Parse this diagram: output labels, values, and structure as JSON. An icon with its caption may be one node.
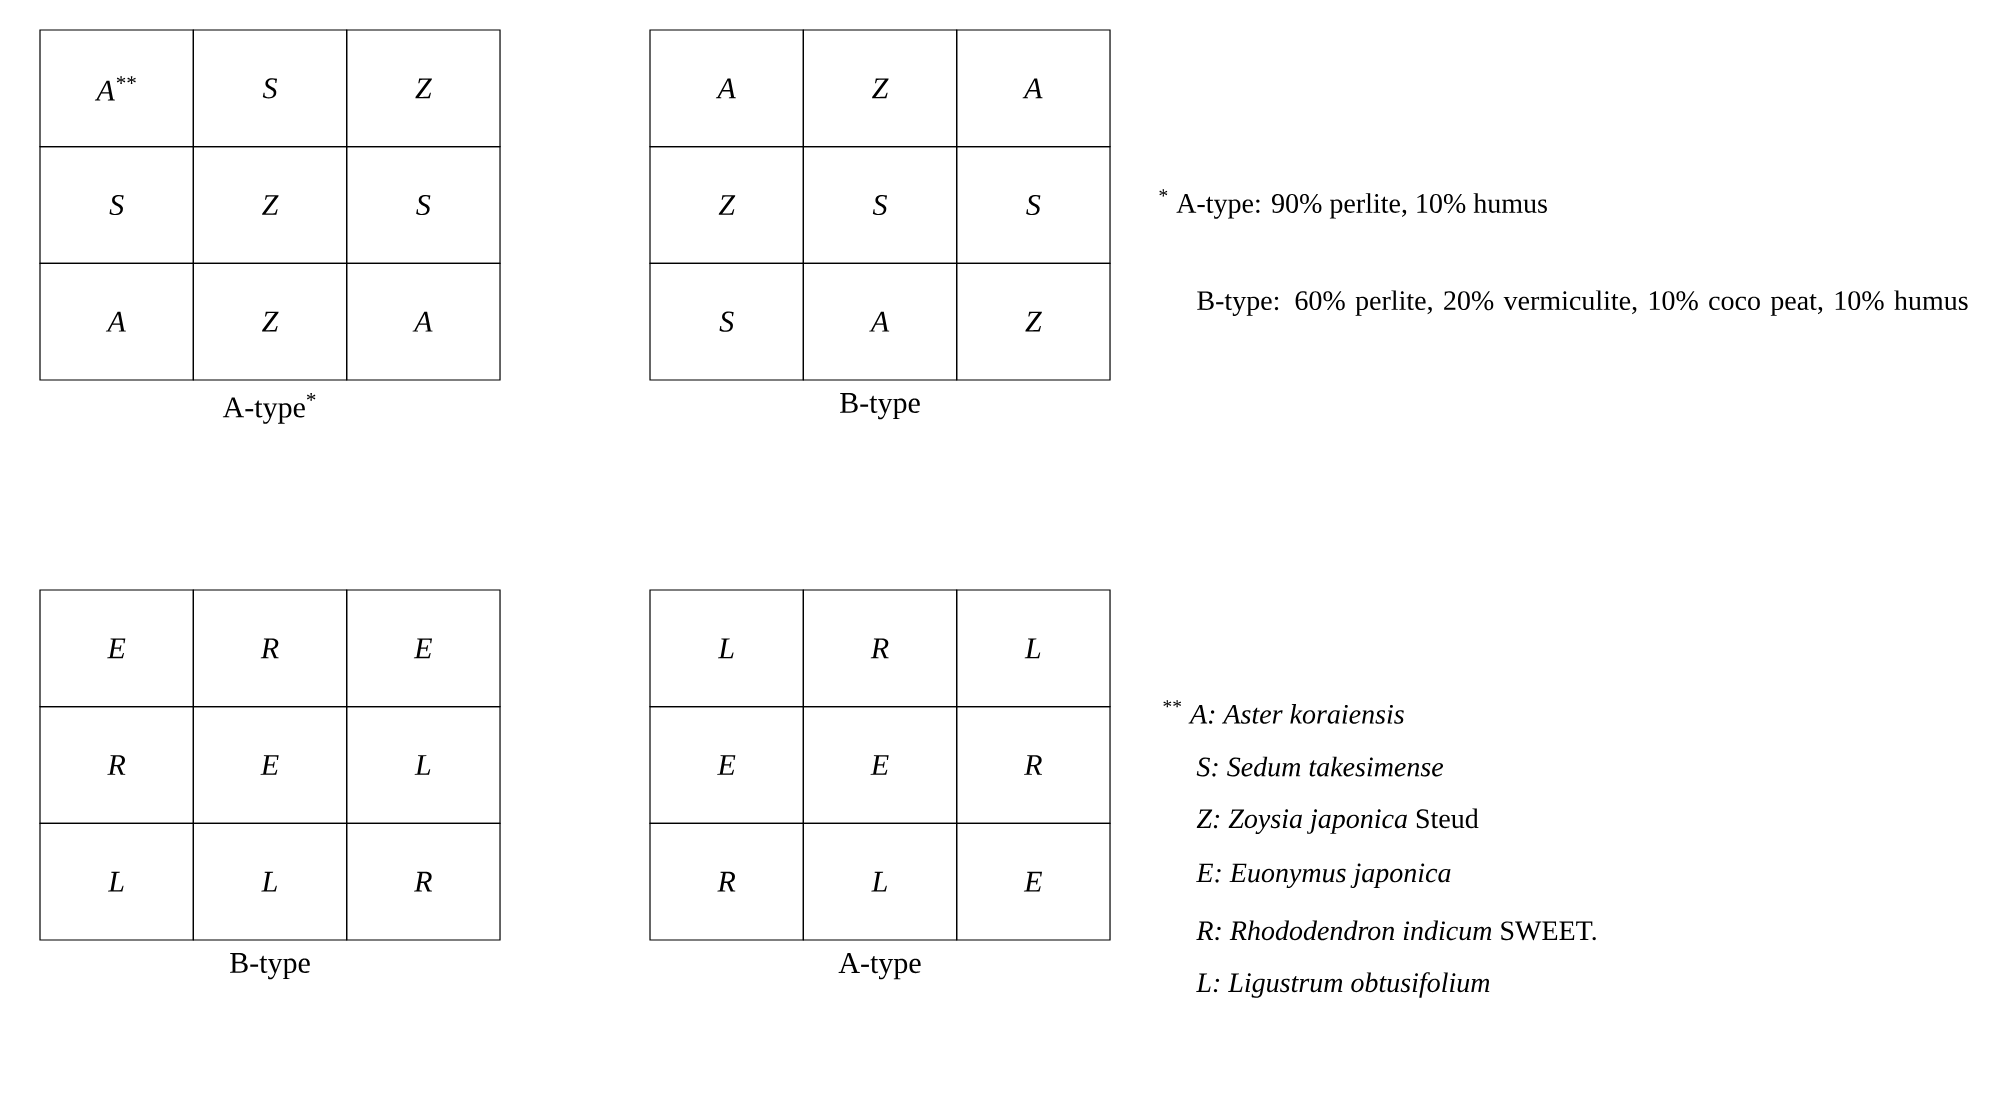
{
  "diagram": {
    "labels": [
      "A$^{**}$",
      "S",
      "Z",
      "S",
      "Z",
      "S",
      "A",
      "Z",
      "A",
      "A-type$^{*}$",
      "A",
      "Z",
      "A",
      "Z",
      "S",
      "S",
      "S",
      "A",
      "Z",
      "B-type",
      "$^{*}$ A-type: 90% perlite, 10% humus",
      "B-type: 60% perlite, 20% vermiculite, 10% coco peat, 10% humus",
      "E",
      "R",
      "E",
      "R",
      "E",
      "L",
      "L",
      "L",
      "R",
      "B-type",
      "L",
      "R",
      "L",
      "E",
      "E",
      "R",
      "R",
      "L",
      "E",
      "A-type",
      "$^{**}$ *A: Aster koraiensis*",
      "S: Sedum takesimense",
      "*Z: Zoysia japonica* Steud",
      "E: Euonymus japonica",
      "*R: Rhododendron indicum* SWEET.",
      "L: Ligustrum obtusifolium"
    ]
  }
}
